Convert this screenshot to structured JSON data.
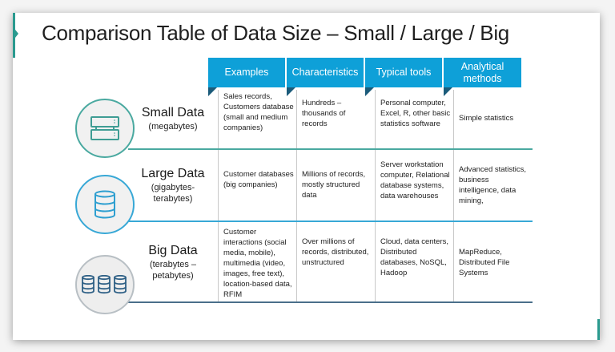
{
  "slide": {
    "title": "Comparison Table of Data Size – Small / Large / Big",
    "colors": {
      "header_bg": "#0ea0d8",
      "header_fold": "#1b5b7a",
      "accent_teal": "#2a9a8f",
      "small_line": "#4aa9a0",
      "large_line": "#38a8d6",
      "big_line": "#4a6f8a"
    }
  },
  "table": {
    "headers": [
      "Examples",
      "Characteristics",
      "Typical tools",
      "Analytical methods"
    ],
    "header_lines": {
      "analytical_line1": "Analytical",
      "analytical_line2": "methods"
    },
    "rows": [
      {
        "name": "Small Data",
        "subtitle": "(megabytes)",
        "icon": "server-stack-icon",
        "examples": "Sales records, Customers database (small and medium companies)",
        "characteristics": "Hundreds – thousands of records",
        "tools": "Personal computer, Excel, R, other basic statistics software",
        "methods": "Simple statistics"
      },
      {
        "name": "Large Data",
        "subtitle": "(gigabytes-terabytes)",
        "icon": "database-icon",
        "examples": "Customer databases (big companies)",
        "characteristics": "Millions of records, mostly structured data",
        "tools": "Server workstation computer, Relational database systems, data warehouses",
        "methods": "Advanced statistics, business intelligence, data mining,"
      },
      {
        "name": "Big Data",
        "subtitle": "(terabytes – petabytes)",
        "icon": "multiple-databases-icon",
        "examples": "Customer interactions (social media, mobile), multimedia (video, images, free text), location-based data, RFIM",
        "characteristics": "Over millions of records, distributed, unstructured",
        "tools": "Cloud, data centers, Distributed databases, NoSQL, Hadoop",
        "methods": "MapReduce, Distributed File Systems"
      }
    ]
  }
}
